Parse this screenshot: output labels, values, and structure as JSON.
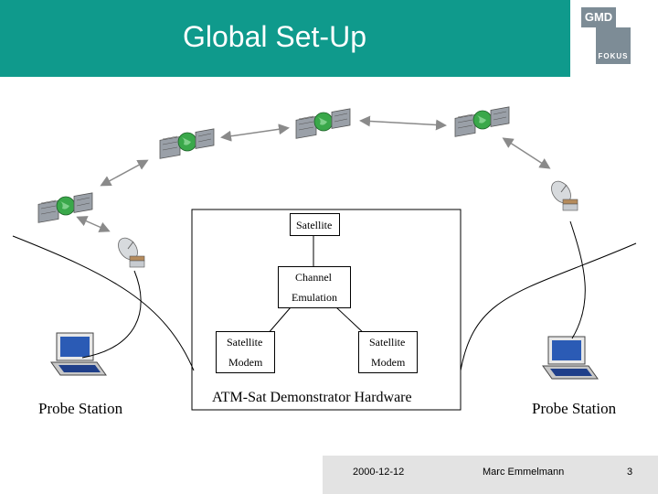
{
  "header": {
    "title": "Global Set-Up"
  },
  "logo": {
    "top": "GMD",
    "bottom": "FOKUS"
  },
  "diagram": {
    "satellite_box": "Satellite",
    "channel_line1": "Channel",
    "channel_line2": "Emulation",
    "modem_left_line1": "Satellite",
    "modem_left_line2": "Modem",
    "modem_right_line1": "Satellite",
    "modem_right_line2": "Modem",
    "hardware_label": "ATM-Sat Demonstrator Hardware",
    "probe_left": "Probe Station",
    "probe_right": "Probe Station"
  },
  "footer": {
    "date": "2000-12-12",
    "author": "Marc Emmelmann",
    "page": "3"
  },
  "colors": {
    "header": "#0f9a8c",
    "footer": "#e3e3e3",
    "arrow": "#8a8a8a"
  }
}
